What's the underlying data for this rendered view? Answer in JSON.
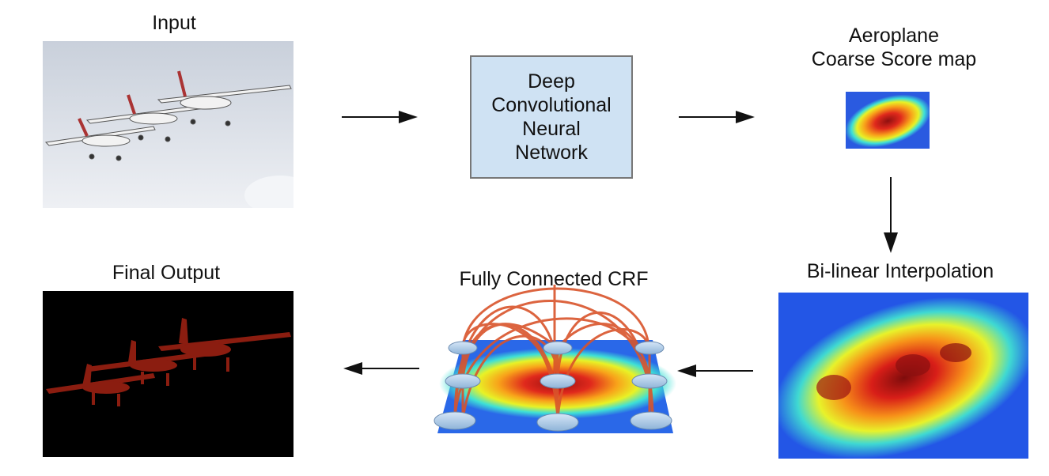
{
  "labels": {
    "input": "Input",
    "coarse_title_line1": "Aeroplane",
    "coarse_title_line2": "Coarse Score map",
    "dcnn_line1": "Deep",
    "dcnn_line2": "Convolutional",
    "dcnn_line3": "Neural",
    "dcnn_line4": "Network",
    "bilinear": "Bi-linear Interpolation",
    "crf": "Fully Connected CRF",
    "final": "Final Output"
  },
  "colors": {
    "box_fill": "#cfe2f3",
    "arrow": "#111111",
    "crf_edges": "#d9542b",
    "segmentation": "#8b1d10",
    "final_background": "#000000"
  }
}
